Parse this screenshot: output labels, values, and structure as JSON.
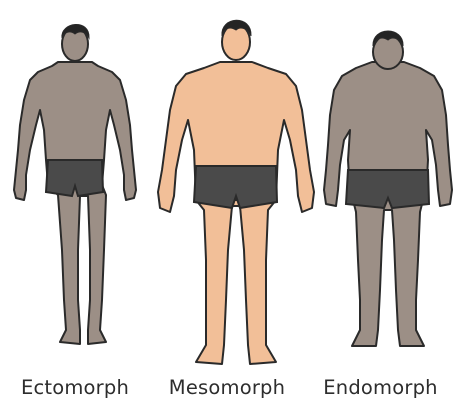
{
  "figures": [
    {
      "label": "Ectomorph",
      "skin": "#9c8f86",
      "shorts": "#4a4a4a",
      "hair": "#242424"
    },
    {
      "label": "Mesomorph",
      "skin": "#f2bf98",
      "shorts": "#4a4a4a",
      "hair": "#242424"
    },
    {
      "label": "Endomorph",
      "skin": "#9c8f86",
      "shorts": "#4a4a4a",
      "hair": "#242424"
    }
  ],
  "outline": "#2a2a2a"
}
